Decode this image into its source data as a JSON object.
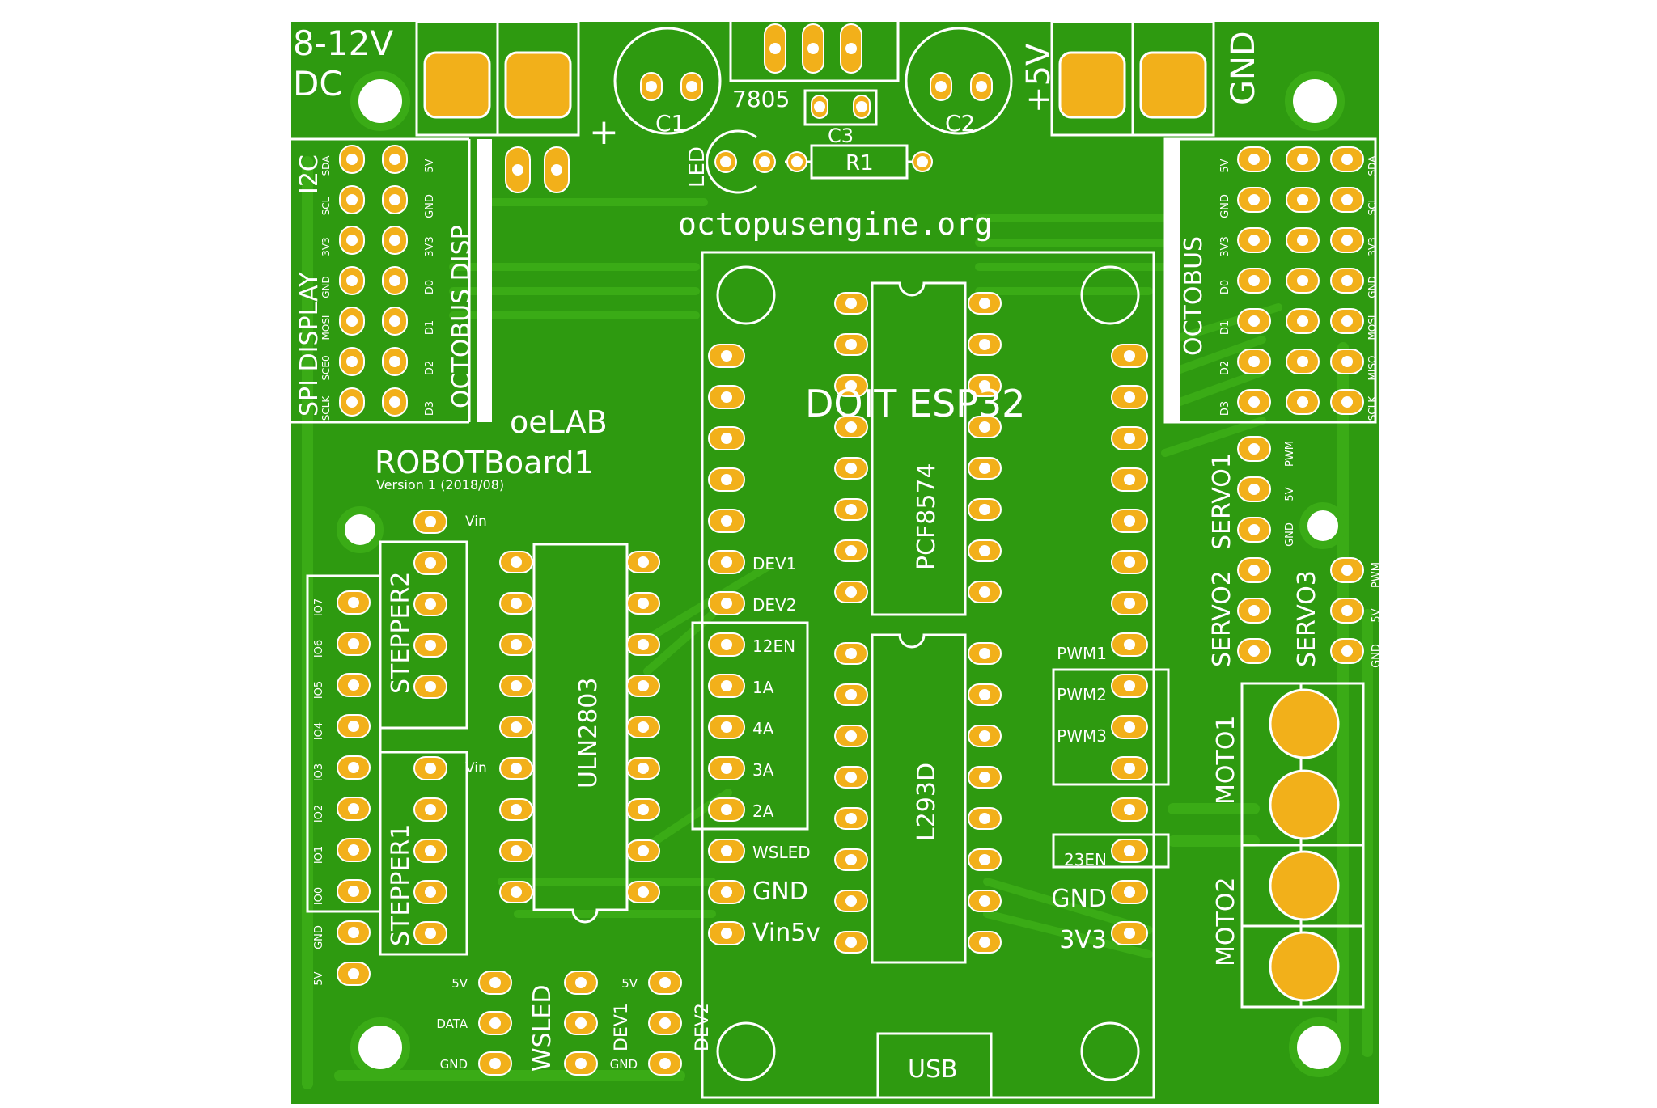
{
  "board": {
    "name": "oeLAB",
    "title": "ROBOTBoard1",
    "version": "Version 1 (2018/08)",
    "website": "octopusengine.org",
    "colors": {
      "board": "#2e9a10",
      "trace": "#3aab16",
      "silk": "#ffffff",
      "pad": "#f2b01a",
      "hole": "#ffffff"
    }
  },
  "power": {
    "input": [
      "8-12V",
      "DC"
    ],
    "plus": "+",
    "out_5v": "+5V",
    "gnd": "GND"
  },
  "parts": {
    "c1": "C1",
    "c2": "C2",
    "c3": "C3",
    "r1": "R1",
    "reg": "7805",
    "led": "LED",
    "esp": "DOIT ESP32",
    "pcf": "PCF8574",
    "uln": "ULN2803",
    "l293": "L293D",
    "usb": "USB"
  },
  "left_header": {
    "title_i2c": "I2C",
    "title_spi": "SPI DISPLAY",
    "title_disp": "OCTOBUS DISP",
    "spi_labels": [
      "SDA",
      "SCL",
      "3V3",
      "GND",
      "MOSI",
      "SCE0",
      "SCLK"
    ],
    "pin_labels": [
      "5V",
      "GND",
      "3V3",
      "D0",
      "D1",
      "D2",
      "D3"
    ]
  },
  "right_header": {
    "title": "OCTOBUS",
    "pin_labels": [
      "5V",
      "GND",
      "3V3",
      "D0",
      "D1",
      "D2",
      "D3"
    ],
    "spi_labels": [
      "SDA",
      "SCL",
      "3V3",
      "GND",
      "MOSI",
      "MISO",
      "SCLK"
    ]
  },
  "esp_left": [
    "DEV1",
    "DEV2",
    "12EN",
    "1A",
    "4A",
    "3A",
    "2A",
    "WSLED",
    "GND",
    "Vin5v"
  ],
  "esp_right": [
    "PWM1",
    "PWM2",
    "PWM3",
    "23EN",
    "GND",
    "3V3"
  ],
  "steppers": {
    "s1": "STEPPER1",
    "s2": "STEPPER2",
    "vin": "Vin"
  },
  "io_labels": [
    "IO7",
    "IO6",
    "IO5",
    "IO4",
    "IO3",
    "IO2",
    "IO1",
    "IO0",
    "GND",
    "5V"
  ],
  "servos": {
    "servo1": "SERVO1",
    "servo2": "SERVO2",
    "servo3": "SERVO3",
    "pins": [
      "PWM",
      "5V",
      "GND"
    ]
  },
  "motors": {
    "m1": "MOTO1",
    "m2": "MOTO2"
  },
  "bottom": {
    "wsled": "WSLED",
    "dev1": "DEV1",
    "dev2": "DEV2",
    "wsled_pins": [
      "5V",
      "DATA",
      "GND"
    ],
    "dev_pins": [
      "5V",
      "GND"
    ]
  }
}
